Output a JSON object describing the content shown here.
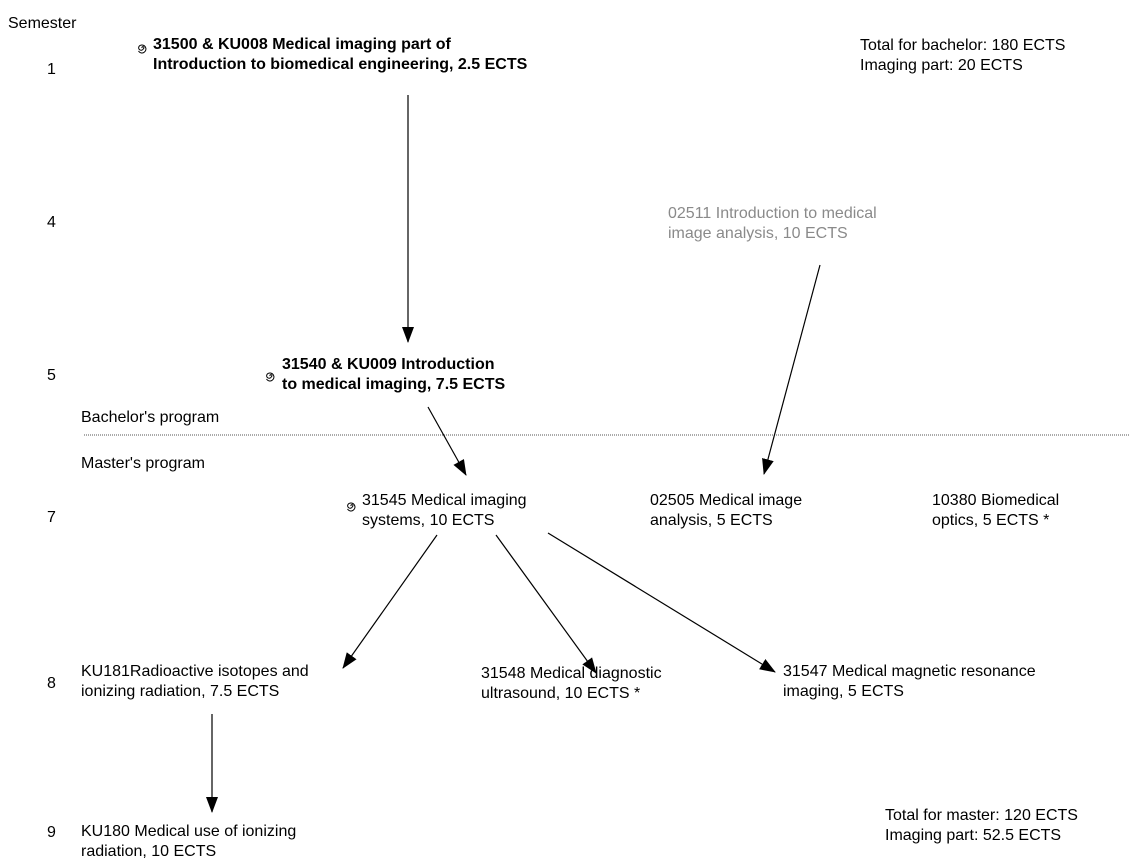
{
  "header": {
    "semester_label": "Semester"
  },
  "semesters": [
    "1",
    "4",
    "5",
    "7",
    "8",
    "9"
  ],
  "sections": {
    "bachelor": "Bachelor's program",
    "master": "Master's program"
  },
  "totals": {
    "bachelor_total": "Total for bachelor: 180 ECTS",
    "bachelor_imaging": "Imaging part: 20 ECTS",
    "master_total": "Total for master: 120 ECTS",
    "master_imaging": "Imaging part: 52.5 ECTS"
  },
  "courses": {
    "c31500": {
      "line1": "31500 & KU008 Medical imaging part of",
      "line2": "Introduction to biomedical engineering, 2.5 ECTS"
    },
    "c02511": {
      "line1": "02511 Introduction to medical",
      "line2": "image analysis, 10 ECTS"
    },
    "c31540": {
      "line1": "31540 & KU009  Introduction",
      "line2": "to medical imaging, 7.5 ECTS"
    },
    "c31545": {
      "line1": "31545 Medical imaging",
      "line2": "systems, 10 ECTS"
    },
    "c02505": {
      "line1": "02505 Medical image",
      "line2": "analysis, 5 ECTS"
    },
    "c10380": {
      "line1": "10380  Biomedical",
      "line2": "optics, 5 ECTS *"
    },
    "cKU181": {
      "line1": "KU181Radioactive isotopes and",
      "line2": "ionizing radiation, 7.5 ECTS"
    },
    "c31548": {
      "line1": "31548 Medical diagnostic",
      "line2": "ultrasound, 10 ECTS *"
    },
    "c31547": {
      "line1": "31547 Medical magnetic resonance",
      "line2": "imaging, 5 ECTS"
    },
    "cKU180": {
      "line1": "KU180 Medical use of ionizing",
      "line2": "radiation, 10 ECTS"
    }
  },
  "colors": {
    "text": "#000000",
    "muted_course": "#8a8a8a",
    "divider": "#555555"
  }
}
